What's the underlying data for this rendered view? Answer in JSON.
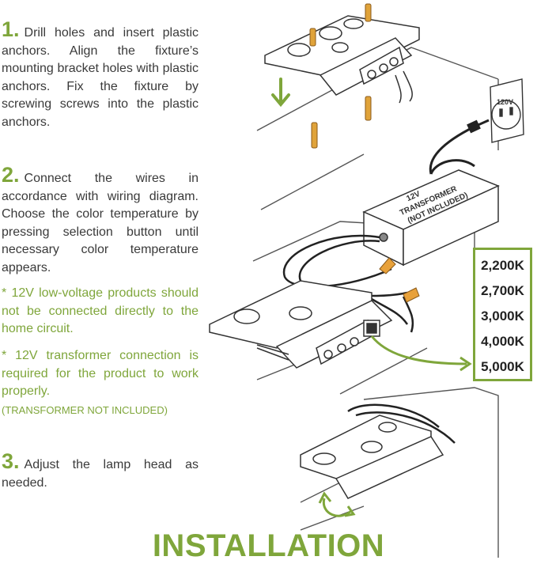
{
  "steps": [
    {
      "number": "1.",
      "text": "Drill holes and insert plastic anchors. Align the fixture’s mounting bracket holes with plastic anchors. Fix the fixture by screwing screws into the plastic anchors."
    },
    {
      "number": "2.",
      "text": "Connect the wires in accordance with wiring diagram. Choose the color temperature by pressing selection button until necessary color temperature appears."
    },
    {
      "number": "3.",
      "text": "Adjust the lamp head as needed."
    }
  ],
  "notes": [
    "* 12V low-voltage products should not be connected directly to the home circuit.",
    "* 12V transformer connection is required for the product to work properly."
  ],
  "note_small": "(TRANSFORMER NOT INCLUDED)",
  "outlet_label": "120V",
  "transformer_label": [
    "12V",
    "TRANSFORMER",
    "(NOT INCLUDED)"
  ],
  "color_temps": [
    "2,200K",
    "2,700K",
    "3,000K",
    "4,000K",
    "5,000K"
  ],
  "title": "INSTALLATION",
  "colors": {
    "accent": "#7fa63b",
    "screw": "#e0a33a",
    "wire_nut": "#e8a13a"
  }
}
